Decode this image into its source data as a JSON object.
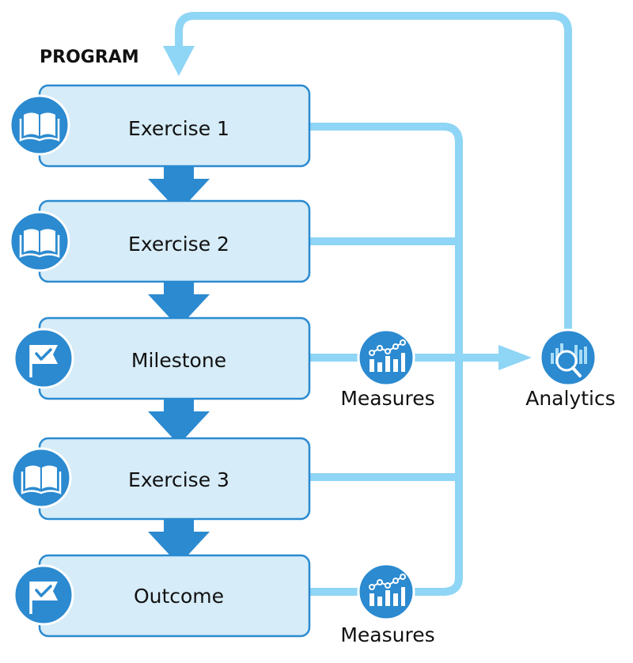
{
  "program_label": "PROGRAM",
  "steps": [
    {
      "label": "Exercise 1",
      "icon": "book-icon"
    },
    {
      "label": "Exercise 2",
      "icon": "book-icon"
    },
    {
      "label": "Milestone",
      "icon": "flag-check-icon"
    },
    {
      "label": "Exercise 3",
      "icon": "book-icon"
    },
    {
      "label": "Outcome",
      "icon": "flag-check-icon"
    }
  ],
  "measures": [
    {
      "label": "Measures",
      "icon": "chart-trend-icon"
    },
    {
      "label": "Measures",
      "icon": "chart-trend-icon"
    }
  ],
  "analytics": {
    "label": "Analytics",
    "icon": "analytics-search-icon"
  },
  "colors": {
    "box_fill": "#d6ecf8",
    "box_stroke": "#2b8ad0",
    "icon_blue": "#2b8ad0",
    "arrow_dark": "#2b8ad0",
    "connector_light": "#8fd5f5"
  }
}
